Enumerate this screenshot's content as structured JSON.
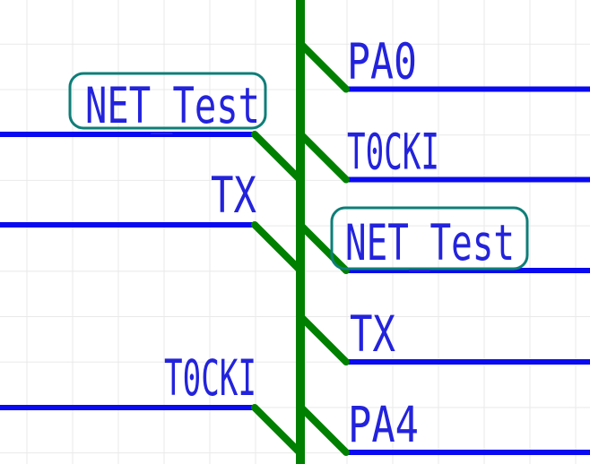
{
  "canvas": {
    "kind": "schematic-bus-section"
  },
  "colors": {
    "background": "#ffffff",
    "grid": "#e9e9e9",
    "wire": "#0a0af0",
    "bus": "#008000",
    "label": "#2323dc",
    "highlight": "#0e7e78"
  },
  "nets": {
    "left": [
      {
        "label": "NET_Test",
        "highlighted": true
      },
      {
        "label": "TX",
        "highlighted": false
      },
      {
        "label": "T0CKI",
        "highlighted": false
      }
    ],
    "right": [
      {
        "label": "PA0",
        "highlighted": false
      },
      {
        "label": "T0CKI",
        "highlighted": false
      },
      {
        "label": "NET_Test",
        "highlighted": true
      },
      {
        "label": "TX",
        "highlighted": false
      },
      {
        "label": "PA4",
        "highlighted": false
      }
    ]
  }
}
